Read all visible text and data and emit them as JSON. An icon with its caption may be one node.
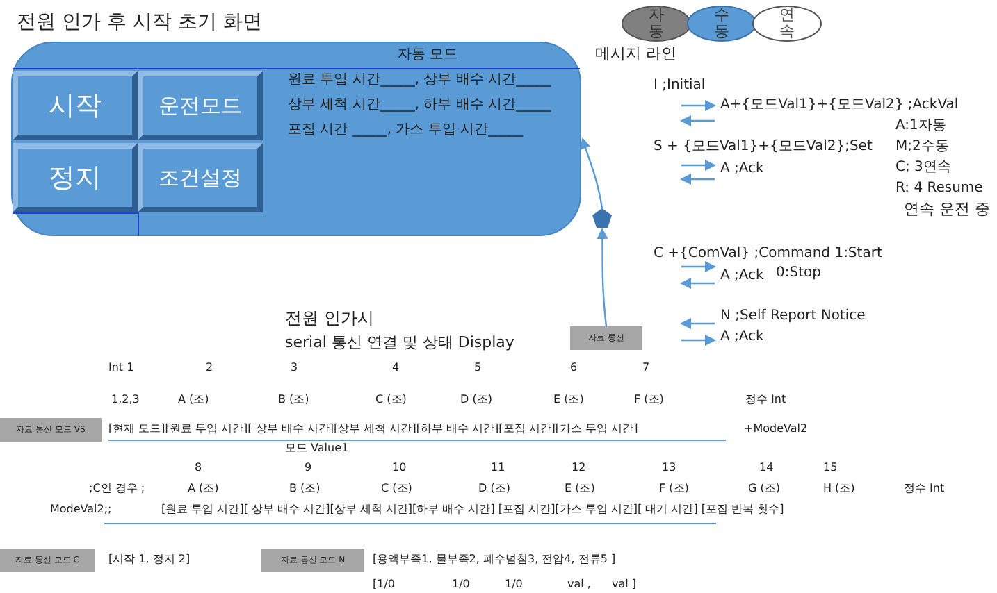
{
  "diagram": {
    "title": "전원 인가 후  시작 초기 화면",
    "nodes": [
      {
        "text": [
          "자동 모드"
        ]
      },
      {
        "text": [
          "시작"
        ],
        "in": 0
      },
      {
        "text": [
          "운전모드"
        ],
        "in": 0
      },
      {
        "text": [
          "정지"
        ],
        "in": 0
      },
      {
        "text": [
          "조건설정"
        ],
        "in": 0
      },
      {
        "text": [
          "자동"
        ]
      },
      {
        "text": [
          "수동"
        ]
      },
      {
        "text": [
          "연속"
        ]
      },
      {
        "text": [],
        "shape": "pentagon"
      },
      {
        "text": [
          "자료 통신"
        ]
      },
      {
        "text": [
          "자료 통신 모드 VS"
        ]
      },
      {
        "text": [
          "자료 통신 모드 C"
        ]
      },
      {
        "text": [
          "자료 통신 모드 N"
        ]
      }
    ],
    "edges": [
      {
        "from": 9,
        "to": 8,
        "arrow": "to"
      },
      {
        "from": 8,
        "to": 0,
        "arrow": "to"
      }
    ],
    "labels": [
      "원료 투입 시간_____, 상부 배수 시간_____",
      "상부 세척 시간_____, 하부 배수 시간_____",
      "포집 시간 _____, 가스 투입 시간_____",
      "메시지 라인",
      "I ;Initial",
      "A+{모드Val1}+{모드Val2} ;AckVal",
      "A:1자동",
      "S + {모드Val1}+{모드Val2};Set",
      "M;2수동",
      "A ;Ack",
      "C; 3연속",
      "R: 4 Resume",
      "연속 운전 중",
      "C +{ComVal} ;Command 1:Start",
      "A ;Ack",
      "0:Stop",
      "전원 인가시",
      "N ;Self Report Notice",
      "serial 통신 연결 및 상태 Display",
      "A ;Ack",
      "Int 1",
      "2",
      "3",
      "4",
      "5",
      "6",
      "7",
      "1,2,3",
      "A (조)",
      "B (조)",
      "C (조)",
      "D (조)",
      "E (조)",
      "F (조)",
      "정수 Int",
      "[현재 모드][원료 투입 시간][ 상부 배수 시간][상부 세척 시간][하부 배수 시간][포집 시간][가스 투입 시간]",
      "+ModeVal2",
      "모드 Value1",
      "8",
      "9",
      "10",
      "11",
      "12",
      "13",
      "14",
      "15",
      ";C인 경우 ;",
      "A (조)",
      "B (조)",
      "C (조)",
      "D (조)",
      "E (조)",
      "F (조)",
      "G (조)",
      "H (조)",
      "정수 Int",
      "ModeVal2;;",
      "[원료 투입 시간][ 상부 배수 시간][상부 세척 시간][하부 배수 시간] [포집 시간][가스 투입 시간][ 대기 시간] [포집 반복 횟수]",
      "[시작 1, 정지 2]",
      "[용액부족1, 물부족2, 폐수넘침3, 전압4, 전류5 ]",
      "[1/0",
      "1/0",
      "1/0",
      "val ,",
      "val ]"
    ]
  }
}
